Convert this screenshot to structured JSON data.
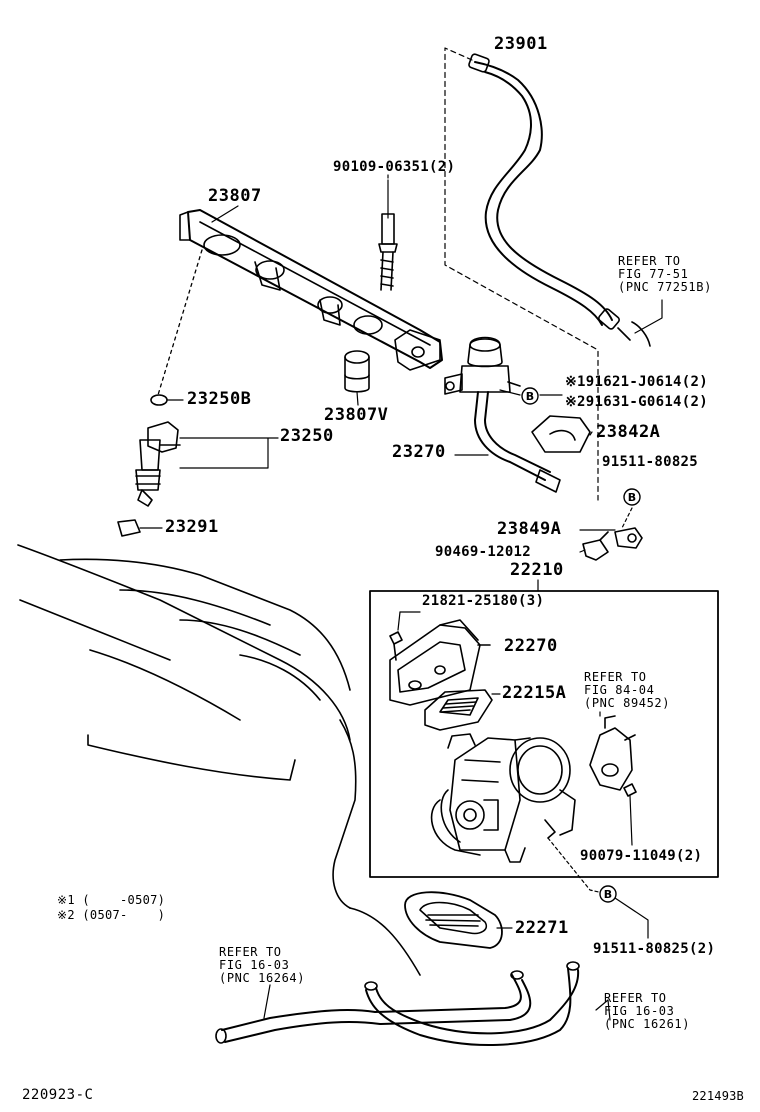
{
  "labels": {
    "p23901": "23901",
    "p90109": "90109-06351(2)",
    "p23807": "23807",
    "p23250b": "23250B",
    "p23250": "23250",
    "p23807v": "23807V",
    "p23270": "23270",
    "p23842a": "23842A",
    "p91621": "※191621-J0614(2)",
    "p91631": "※291631-G0614(2)",
    "p91511a": "91511-80825",
    "p23291": "23291",
    "p23849a": "23849A",
    "p90469": "90469-12012",
    "p22210": "22210",
    "p21821": "21821-25180(3)",
    "p22270": "22270",
    "p22215a": "22215A",
    "p90079": "90079-11049(2)",
    "p22271": "22271",
    "p91511b": "91511-80825(2)"
  },
  "markers": {
    "b1": "B",
    "b2": "B",
    "b3": "B"
  },
  "refs": {
    "r77": {
      "line1": "REFER TO",
      "line2": "FIG 77-51",
      "line3": "(PNC 77251B)"
    },
    "r84": {
      "line1": "REFER TO",
      "line2": "FIG 84-04",
      "line3": "(PNC 89452)"
    },
    "r16a": {
      "line1": "REFER TO",
      "line2": "FIG 16-03",
      "line3": "(PNC 16264)"
    },
    "r16b": {
      "line1": "REFER TO",
      "line2": "FIG 16-03",
      "line3": "(PNC 16261)"
    }
  },
  "footnotes": {
    "n1": "※1 (    -0507)",
    "n2": "※2 (0507-    )"
  },
  "footer": {
    "left_code": "220923-C",
    "right_code": "221493B"
  }
}
